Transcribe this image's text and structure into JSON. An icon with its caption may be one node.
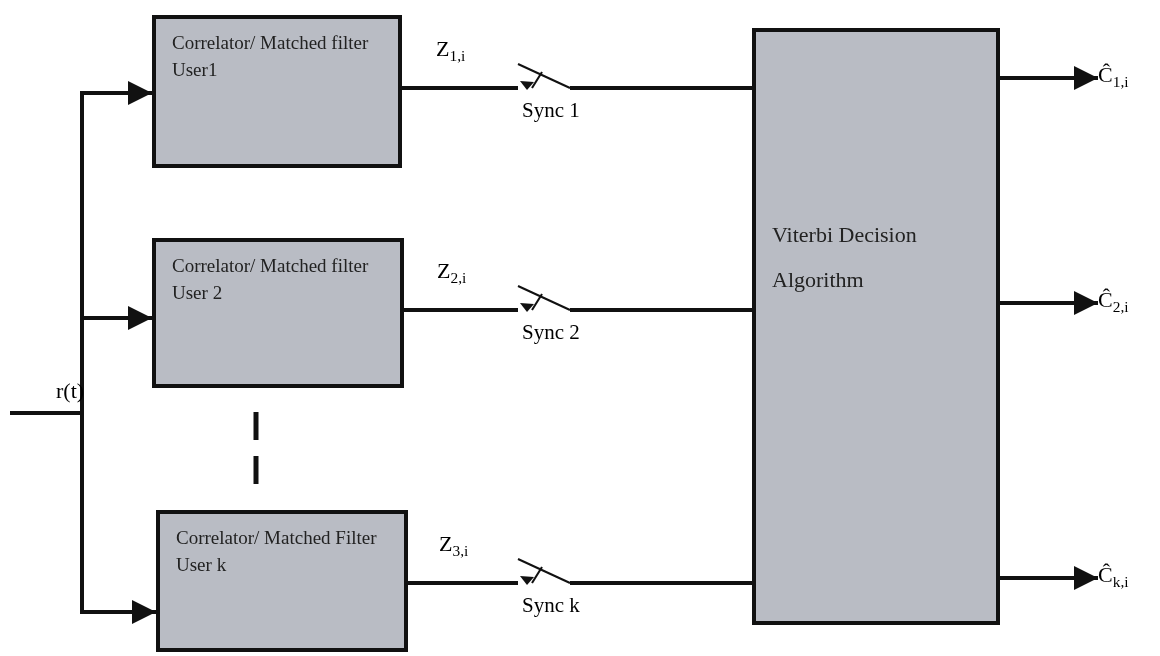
{
  "diagram": {
    "nodes": [
      {
        "text": [
          "Correlator/ Matched filter User1"
        ]
      },
      {
        "text": [
          "Correlator/ Matched filter User 2"
        ]
      },
      {
        "text": [
          "Correlator/ Matched Filter User k"
        ]
      },
      {
        "text": [],
        "shape": "switch",
        "beside": [
          "Sync 1"
        ]
      },
      {
        "text": [],
        "shape": "switch",
        "beside": [
          "Sync 2"
        ]
      },
      {
        "text": [],
        "shape": "switch",
        "beside": [
          "Sync k"
        ]
      },
      {
        "text": [
          "Viterbi Decision Algorithm"
        ]
      },
      {
        "text": [
          "Ĉ$_{1,i}$"
        ]
      },
      {
        "text": [
          "Ĉ$_{2,i}$"
        ]
      },
      {
        "text": [
          "Ĉ$_{k,i}$"
        ]
      }
    ],
    "edges": [
      {
        "from": null,
        "to": 0,
        "arrow": "to"
      },
      {
        "from": null,
        "to": 1,
        "arrow": "to"
      },
      {
        "from": null,
        "to": 2,
        "arrow": "to"
      },
      {
        "from": 0,
        "to": 3,
        "arrow": "none",
        "label": "Z$_{1,i}$"
      },
      {
        "from": 1,
        "to": 4,
        "arrow": "none",
        "label": "Z$_{2,i}$"
      },
      {
        "from": 2,
        "to": 5,
        "arrow": "none",
        "label": "Z$_{3,i}$"
      },
      {
        "from": 3,
        "to": 6,
        "arrow": "none"
      },
      {
        "from": 4,
        "to": 6,
        "arrow": "none"
      },
      {
        "from": 5,
        "to": 6,
        "arrow": "none"
      },
      {
        "from": 6,
        "to": 7,
        "arrow": "to"
      },
      {
        "from": 6,
        "to": 8,
        "arrow": "to"
      },
      {
        "from": 6,
        "to": 9,
        "arrow": "to"
      }
    ],
    "labels": [
      "r(t)"
    ]
  }
}
